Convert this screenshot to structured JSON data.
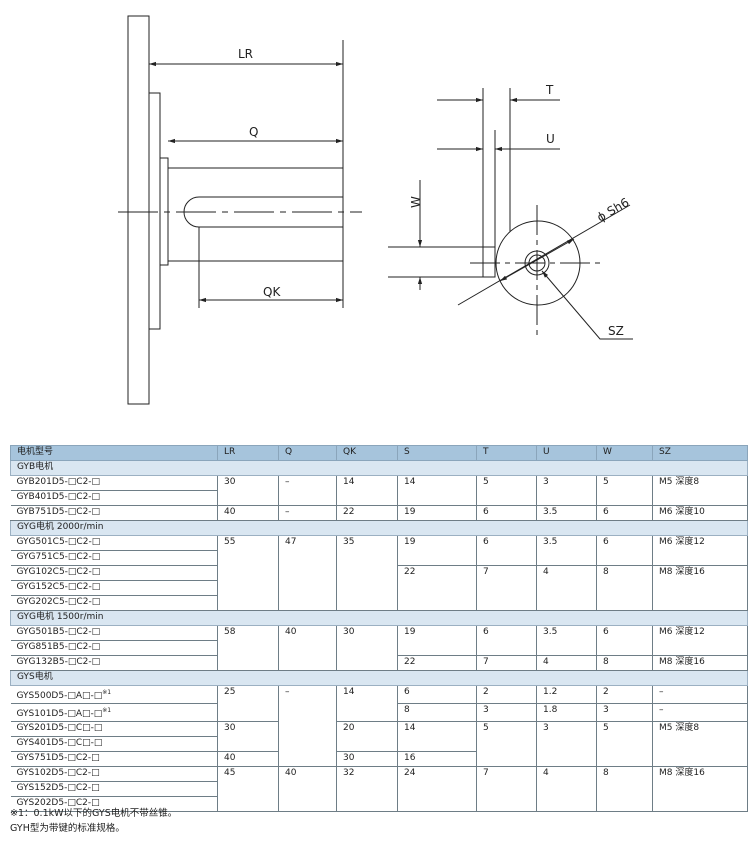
{
  "drawing": {
    "labels": {
      "LR": "LR",
      "Q": "Q",
      "QK": "QK",
      "T": "T",
      "U": "U",
      "W": "W",
      "Sh6": "ϕ Sh6",
      "SZ": "SZ"
    }
  },
  "table": {
    "headers": [
      "电机型号",
      "LR",
      "Q",
      "QK",
      "S",
      "T",
      "U",
      "W",
      "SZ"
    ],
    "group_gyb": "GYB电机",
    "group_gyg2000": "GYG电机   2000r/min",
    "group_gyg1500": "GYG电机   1500r/min",
    "group_gys": "GYS电机",
    "models": {
      "gyb201": "GYB201D5-□C2-□",
      "gyb401": "GYB401D5-□C2-□",
      "gyb751": "GYB751D5-□C2-□",
      "gyg501c": "GYG501C5-□C2-□",
      "gyg751c": "GYG751C5-□C2-□",
      "gyg102c": "GYG102C5-□C2-□",
      "gyg152c": "GYG152C5-□C2-□",
      "gyg202c": "GYG202C5-□C2-□",
      "gyg501b": "GYG501B5-□C2-□",
      "gyg851b": "GYG851B5-□C2-□",
      "gyg132b": "GYG132B5-□C2-□",
      "gys500": "GYS500D5-□A□-□",
      "gys101": "GYS101D5-□A□-□",
      "gys201": "GYS201D5-□C□-□",
      "gys401": "GYS401D5-□C□-□",
      "gys751": "GYS751D5-□C2-□",
      "gys102": "GYS102D5-□C2-□",
      "gys152": "GYS152D5-□C2-□",
      "gys202": "GYS202D5-□C2-□",
      "note_mark": "※1"
    },
    "v": {
      "gyb_lr1": "30",
      "gyb_q1": "–",
      "gyb_qk1": "14",
      "gyb_s1": "14",
      "gyb_t1": "5",
      "gyb_u1": "3",
      "gyb_w1": "5",
      "gyb_sz1": "M5  深度8",
      "gyb_lr2": "40",
      "gyb_q2": "–",
      "gyb_qk2": "22",
      "gyb_s2": "19",
      "gyb_t2": "6",
      "gyb_u2": "3.5",
      "gyb_w2": "6",
      "gyb_sz2": "M6  深度10",
      "gg2_lr": "55",
      "gg2_q": "47",
      "gg2_qk": "35",
      "gg2_s1": "19",
      "gg2_t1": "6",
      "gg2_u1": "3.5",
      "gg2_w1": "6",
      "gg2_sz1": "M6  深度12",
      "gg2_s2": "22",
      "gg2_t2": "7",
      "gg2_u2": "4",
      "gg2_w2": "8",
      "gg2_sz2": "M8  深度16",
      "gg1_lr": "58",
      "gg1_q": "40",
      "gg1_qk": "30",
      "gg1_s1": "19",
      "gg1_t1": "6",
      "gg1_u1": "3.5",
      "gg1_w1": "6",
      "gg1_sz1": "M6  深度12",
      "gg1_s2": "22",
      "gg1_t2": "7",
      "gg1_u2": "4",
      "gg1_w2": "8",
      "gg1_sz2": "M8  深度16",
      "gys_lr1": "25",
      "gys_q1": "–",
      "gys_qk1": "14",
      "gys_s1": "6",
      "gys_t1": "2",
      "gys_u1": "1.2",
      "gys_w1": "2",
      "gys_sz1": "–",
      "gys_s2": "8",
      "gys_t2": "3",
      "gys_u2": "1.8",
      "gys_w2": "3",
      "gys_sz2": "–",
      "gys_lr2": "30",
      "gys_qk2": "20",
      "gys_s3": "14",
      "gys_t3": "5",
      "gys_u3": "3",
      "gys_w3": "5",
      "gys_sz3": "M5  深度8",
      "gys_lr3": "40",
      "gys_qk3": "30",
      "gys_s4": "16",
      "gys_lr4": "45",
      "gys_q4": "40",
      "gys_qk4": "32",
      "gys_s5": "24",
      "gys_t5": "7",
      "gys_u5": "4",
      "gys_w5": "8",
      "gys_sz5": "M8  深度16"
    }
  },
  "notes": {
    "note1": "※1：0.1kW以下的GYS电机不带丝锥。",
    "note2": "GYH型为带键的标准规格。"
  }
}
